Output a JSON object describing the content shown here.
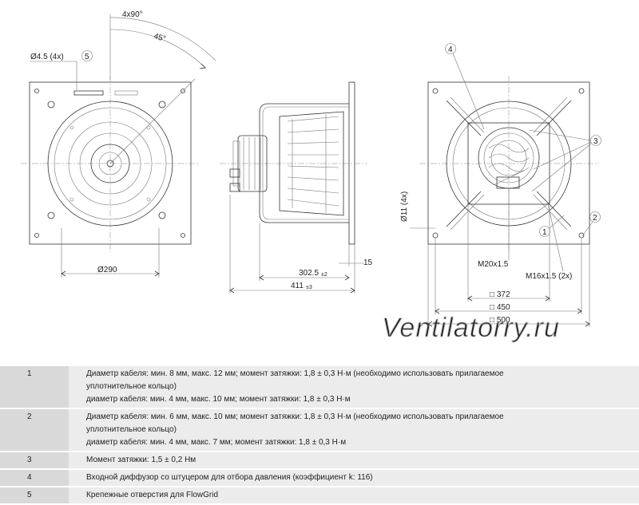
{
  "watermark": "Ventilatorry.ru",
  "front_view": {
    "angle_total": "4x90°",
    "angle_step": "45°",
    "hole_label": "Ø4.5 (4x)",
    "hole_callout": "5",
    "diameter": "Ø290"
  },
  "side_view": {
    "flange_thickness": "15",
    "depth_a": "302.5",
    "depth_a_tol": "±2",
    "depth_b": "411",
    "depth_b_tol": "±3"
  },
  "rear_view": {
    "callout_4": "4",
    "callout_3": "3",
    "callout_2": "2",
    "callout_1": "1",
    "hole_label": "Ø11 (4x)",
    "thread_a": "M20x1.5",
    "thread_b": "M16x1.5 (2x)",
    "square_372": "□ 372",
    "square_450": "□ 450",
    "square_500": "□ 500"
  },
  "legend": [
    {
      "num": "1",
      "lines": [
        "Диаметр кабеля: мин. 8 мм, макс. 12 мм; момент затяжки: 1,8 ± 0,3 Н·м (необходимо использовать прилагаемое",
        "уплотнительное кольцо)",
        "диаметр кабеля: мин. 4 мм, макс. 10 мм; момент затяжки: 1,8 ± 0,3 Н·м"
      ]
    },
    {
      "num": "2",
      "lines": [
        "Диаметр кабеля: мин. 6 мм, макс. 10 мм; момент затяжки: 1,8 ± 0,3 Н·м (необходимо использовать прилагаемое",
        "уплотнительное кольцо)",
        "диаметр кабеля: мин. 4 мм, макс. 7 мм; момент затяжки: 1,8 ± 0,3 Н·м"
      ]
    },
    {
      "num": "3",
      "lines": [
        "Момент затяжки: 1,5 ± 0,2 Нм"
      ]
    },
    {
      "num": "4",
      "lines": [
        "Входной диффузор со штуцером для отбора давления (коэффициент k: 116)"
      ]
    },
    {
      "num": "5",
      "lines": [
        "Крепежные отверстия для FlowGrid"
      ]
    }
  ]
}
